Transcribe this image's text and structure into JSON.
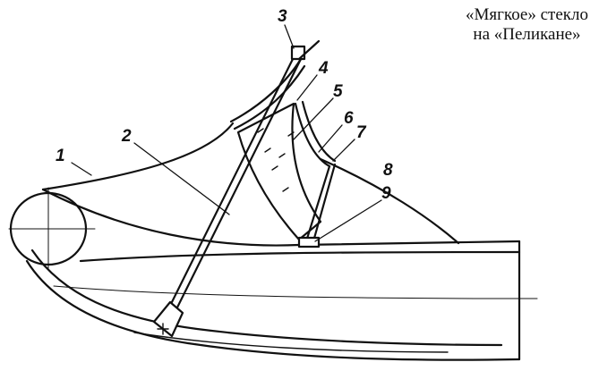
{
  "caption": {
    "line1": "«Мягкое» стекло",
    "line2": "на «Пеликане»"
  },
  "labels": {
    "l1": "1",
    "l2": "2",
    "l3": "3",
    "l4": "4",
    "l5": "5",
    "l6": "6",
    "l7": "7",
    "l8": "8",
    "l9": "9"
  }
}
